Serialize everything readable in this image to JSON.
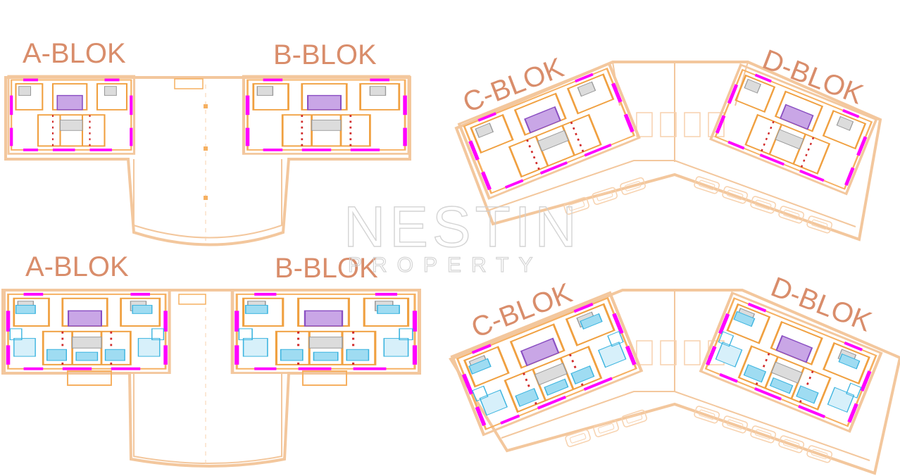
{
  "labels": {
    "top_a": "A-BLOK",
    "top_b": "B-BLOK",
    "top_c": "C-BLOK",
    "top_d": "D-BLOK",
    "bottom_a": "A-BLOK",
    "bottom_b": "B-BLOK",
    "bottom_c": "C-BLOK",
    "bottom_d": "D-BLOK"
  },
  "watermark": {
    "name": "NESTIN",
    "sub": "PROPERTY"
  },
  "colors": {
    "label": "#d98d6b",
    "outline": "#f3c79d",
    "wall": "#f6b061",
    "window": "#ff00ff",
    "stair": "#8a4fc2",
    "furniture": "#39b3df",
    "parking": "#f7d1ad",
    "watermark": "#d0d0d0"
  }
}
